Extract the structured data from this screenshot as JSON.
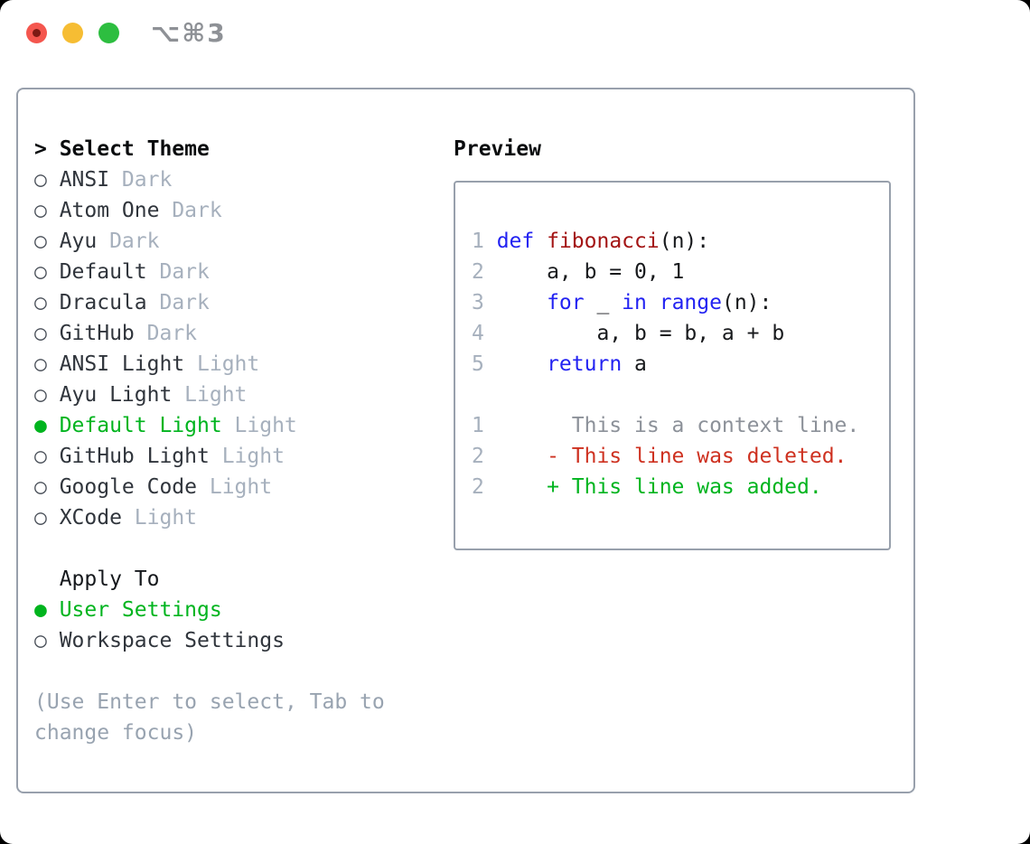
{
  "window": {
    "titlebar_shortcut": "⌥⌘3",
    "traffic_lights": [
      "close",
      "minimize",
      "zoom"
    ]
  },
  "panel": {
    "theme_section": {
      "heading_prefix": ">",
      "heading": "Select Theme",
      "themes": [
        {
          "marker": "○",
          "name": "ANSI",
          "variant": "Dark",
          "selected": false
        },
        {
          "marker": "○",
          "name": "Atom One",
          "variant": "Dark",
          "selected": false
        },
        {
          "marker": "○",
          "name": "Ayu",
          "variant": "Dark",
          "selected": false
        },
        {
          "marker": "○",
          "name": "Default",
          "variant": "Dark",
          "selected": false
        },
        {
          "marker": "○",
          "name": "Dracula",
          "variant": "Dark",
          "selected": false
        },
        {
          "marker": "○",
          "name": "GitHub",
          "variant": "Dark",
          "selected": false
        },
        {
          "marker": "○",
          "name": "ANSI Light",
          "variant": "Light",
          "selected": false
        },
        {
          "marker": "○",
          "name": "Ayu Light",
          "variant": "Light",
          "selected": false
        },
        {
          "marker": "●",
          "name": "Default Light",
          "variant": "Light",
          "selected": true
        },
        {
          "marker": "○",
          "name": "GitHub Light",
          "variant": "Light",
          "selected": false
        },
        {
          "marker": "○",
          "name": "Google Code",
          "variant": "Light",
          "selected": false
        },
        {
          "marker": "○",
          "name": "XCode",
          "variant": "Light",
          "selected": false
        }
      ]
    },
    "apply_section": {
      "heading": "Apply To",
      "options": [
        {
          "marker": "●",
          "label": "User Settings",
          "selected": true
        },
        {
          "marker": "○",
          "label": "Workspace Settings",
          "selected": false
        }
      ]
    },
    "hint_lines": [
      "(Use Enter to select, Tab to",
      "change focus)"
    ]
  },
  "preview": {
    "heading": "Preview",
    "lines": [
      {
        "num": "1",
        "segs": [
          {
            "c": "kw",
            "t": "def"
          },
          {
            "c": "pl",
            "t": " "
          },
          {
            "c": "fn",
            "t": "fibonacci"
          },
          {
            "c": "pl",
            "t": "(n):"
          }
        ]
      },
      {
        "num": "2",
        "segs": [
          {
            "c": "pl",
            "t": "    a, b = 0, 1"
          }
        ]
      },
      {
        "num": "3",
        "segs": [
          {
            "c": "pl",
            "t": "    "
          },
          {
            "c": "kw",
            "t": "for"
          },
          {
            "c": "pl",
            "t": " _ "
          },
          {
            "c": "kw",
            "t": "in"
          },
          {
            "c": "pl",
            "t": " "
          },
          {
            "c": "kw",
            "t": "range"
          },
          {
            "c": "pl",
            "t": "(n):"
          }
        ]
      },
      {
        "num": "4",
        "segs": [
          {
            "c": "pl",
            "t": "        a, b = b, a + b"
          }
        ]
      },
      {
        "num": "5",
        "segs": [
          {
            "c": "pl",
            "t": "    "
          },
          {
            "c": "kw",
            "t": "return"
          },
          {
            "c": "pl",
            "t": " a"
          }
        ]
      },
      {
        "num": "",
        "segs": []
      },
      {
        "num": "1",
        "segs": [
          {
            "c": "ctx",
            "t": "      This is a context line."
          }
        ]
      },
      {
        "num": "2",
        "segs": [
          {
            "c": "del",
            "t": "    - This line was deleted."
          }
        ]
      },
      {
        "num": "2",
        "segs": [
          {
            "c": "add",
            "t": "    + This line was added."
          }
        ]
      }
    ]
  },
  "colors": {
    "accent_green": "#00b41e",
    "code_keyword": "#2222f2",
    "code_function": "#a31414",
    "code_plain": "#17191c",
    "diff_deleted": "#ce3120",
    "diff_added": "#00b41e",
    "diff_context": "#8c9199",
    "line_number": "#a6b0bd",
    "item_text": "#30353c",
    "item_suffix": "#a6b0bd",
    "hint_text": "#98a3b0",
    "border_gray": "#98a0ac",
    "titlebar_text": "#8e9196",
    "traffic_red": "#f4564e",
    "traffic_yellow": "#f6bd33",
    "traffic_green": "#2dbe40"
  }
}
